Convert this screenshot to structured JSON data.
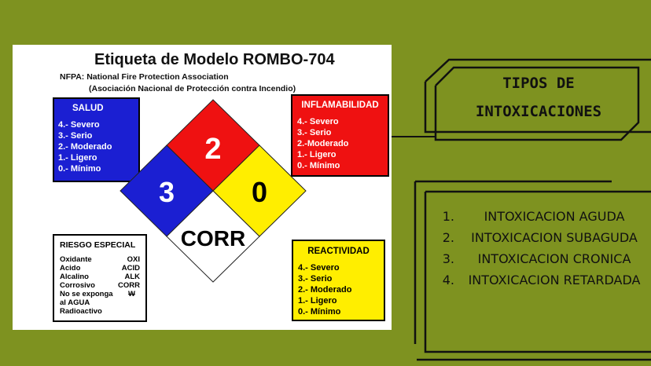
{
  "panel": {
    "title": "Etiqueta de Modelo ROMBO-704",
    "nfpa_line1": "NFPA: National Fire Protection Association",
    "nfpa_line2": "(Asociación Nacional de Protección contra Incendio)"
  },
  "salud": {
    "label": "SALUD",
    "color": "#1b1fd2",
    "levels": [
      "4.- Severo",
      "3.- Serio",
      "2.- Moderado",
      "1.- Ligero",
      "0.- Mínimo"
    ]
  },
  "inflamabilidad": {
    "label": "INFLAMABILIDAD",
    "color": "#ef1111",
    "levels": [
      "4.- Severo",
      "3.- Serio",
      "2.-Moderado",
      "1.- Ligero",
      "0.- Mínimo"
    ]
  },
  "reactividad": {
    "label": "REACTIVIDAD",
    "color": "#ffee00",
    "levels": [
      "4.- Severo",
      "3.- Serio",
      "2.- Moderado",
      "1.- Ligero",
      "0.- Mínimo"
    ]
  },
  "riesgo_especial": {
    "label": "RIESGO ESPECIAL",
    "rows": [
      {
        "name": "Oxidante",
        "code": "OXI"
      },
      {
        "name": "Acido",
        "code": "ACID"
      },
      {
        "name": "Alcalino",
        "code": "ALK"
      },
      {
        "name": "Corrosivo",
        "code": "CORR"
      },
      {
        "name": "No se exponga",
        "code": "W"
      },
      {
        "name": "al AGUA",
        "code": ""
      },
      {
        "name": "Radioactivo",
        "code": ""
      }
    ]
  },
  "diamond": {
    "top_value": "2",
    "left_value": "3",
    "right_value": "0",
    "bottom_value": "CORR",
    "top_color": "#ef1111",
    "left_color": "#1b1fd2",
    "right_color": "#ffee00",
    "bottom_color": "#ffffff"
  },
  "tipos": {
    "title_line1": "TIPOS DE",
    "title_line2": "INTOXICACIONES"
  },
  "list": [
    {
      "num": "1.",
      "text": "Intoxicacion aguda"
    },
    {
      "num": "2.",
      "text": "Intoxicacion subaguda"
    },
    {
      "num": "3.",
      "text": "Intoxicacion cronica"
    },
    {
      "num": "4.",
      "text": "Intoxicacion retardada"
    }
  ],
  "colors": {
    "background": "#7e9220",
    "frame": "#111111"
  }
}
